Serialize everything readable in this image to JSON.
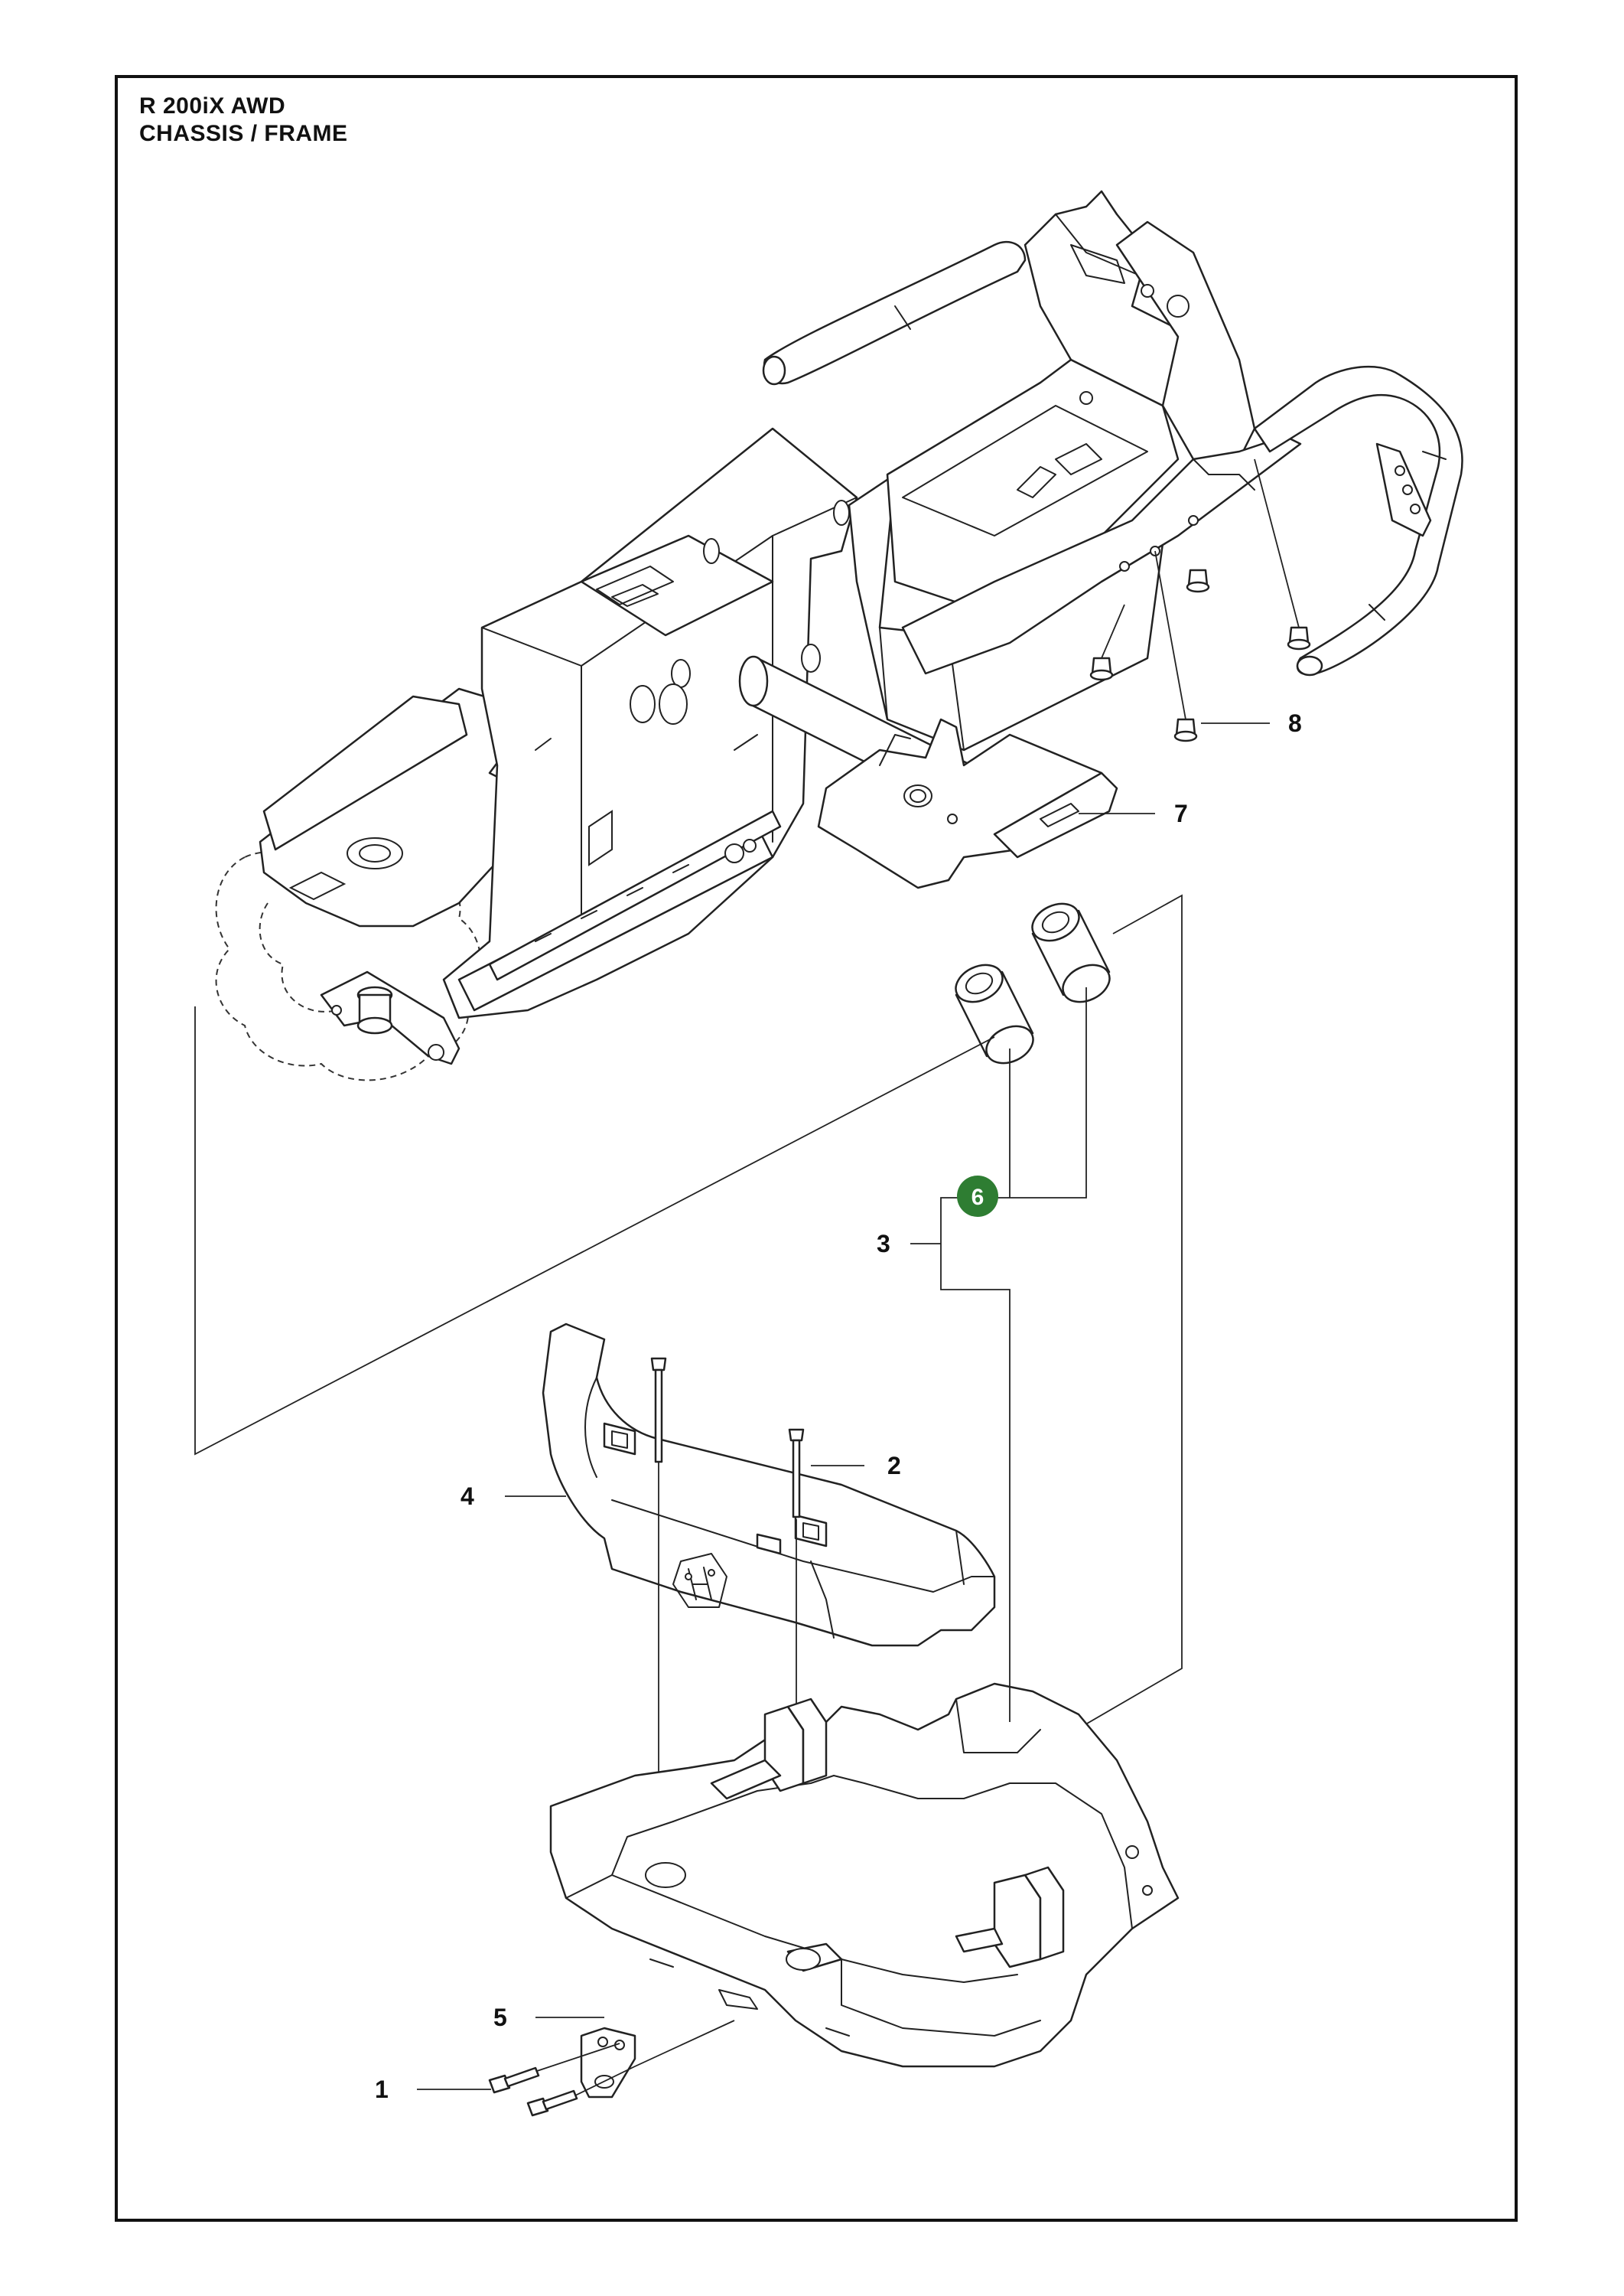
{
  "header": {
    "model": "R 200iX AWD",
    "section": "CHASSIS / FRAME"
  },
  "callouts": [
    {
      "id": "1",
      "label": "1"
    },
    {
      "id": "2",
      "label": "2"
    },
    {
      "id": "3",
      "label": "3"
    },
    {
      "id": "4",
      "label": "4"
    },
    {
      "id": "5",
      "label": "5"
    },
    {
      "id": "6",
      "label": "6",
      "highlighted": true
    },
    {
      "id": "7",
      "label": "7"
    },
    {
      "id": "8",
      "label": "8"
    }
  ],
  "colors": {
    "highlight": "#2e7d32",
    "line": "#222222",
    "border": "#111111"
  }
}
